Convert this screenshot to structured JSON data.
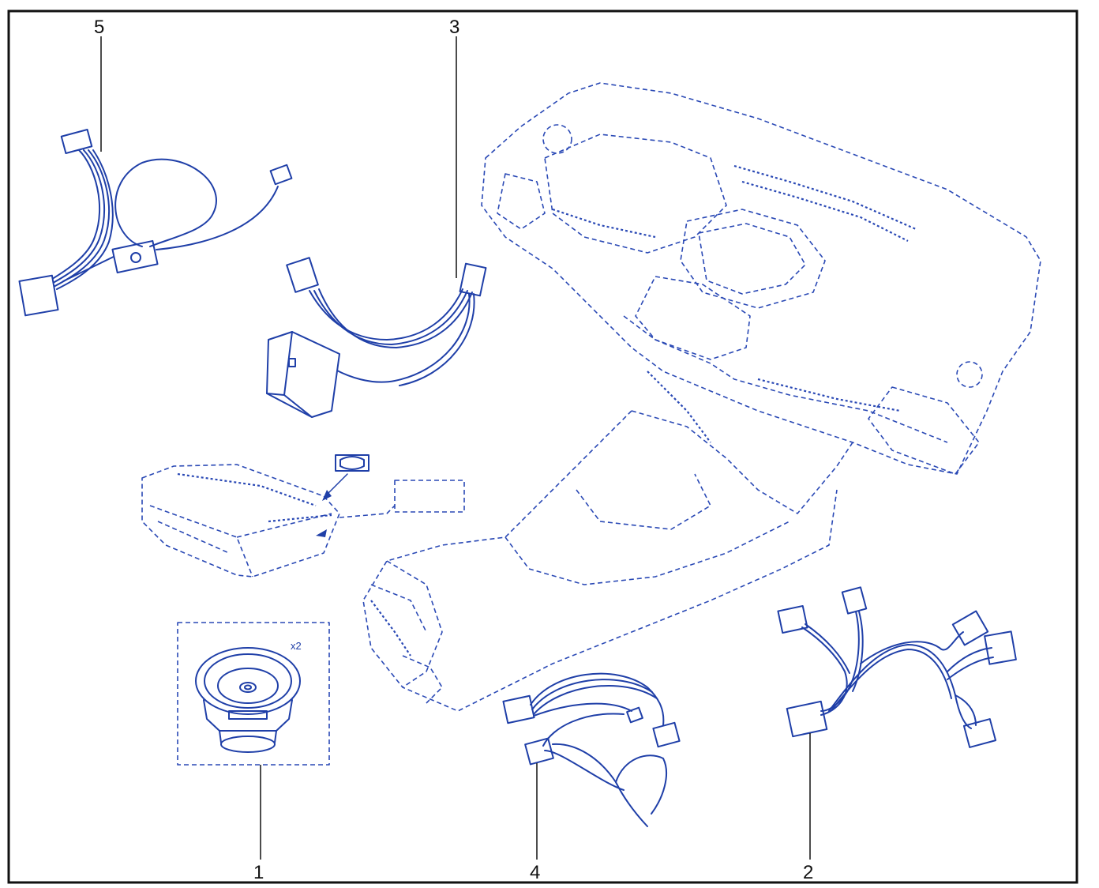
{
  "callouts": {
    "part1": "1",
    "part2": "2",
    "part3": "3",
    "part4": "4",
    "part5": "5"
  },
  "speaker_quantity": "x2",
  "colors": {
    "line_art": "#1f3fa8",
    "frame": "#111111"
  }
}
